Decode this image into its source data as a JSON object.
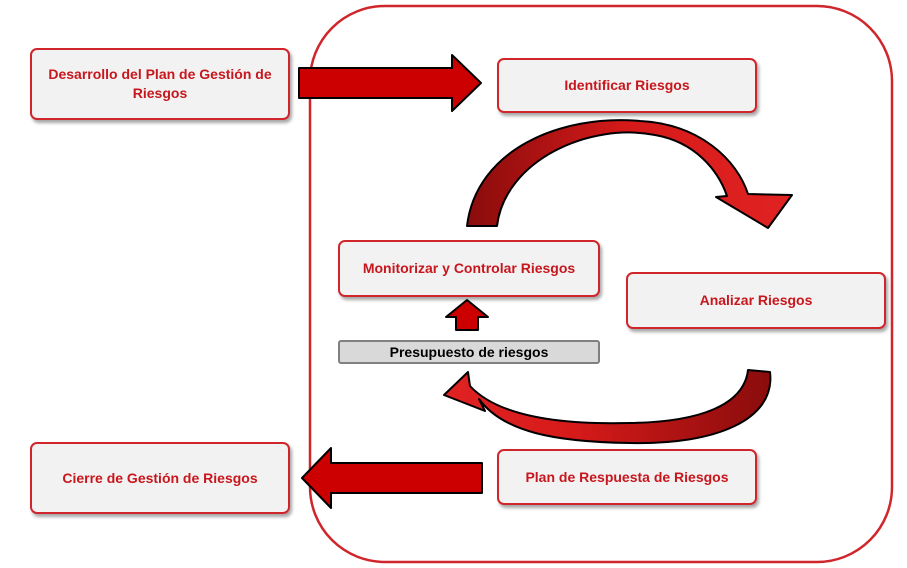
{
  "diagram": {
    "nodes": {
      "desarrollo": "Desarrollo del Plan de Gestión de Riesgos",
      "identificar": "Identificar Riesgos",
      "analizar": "Analizar Riesgos",
      "plan_respuesta": "Plan de Respuesta de Riesgos",
      "monitorizar": "Monitorizar y Controlar Riesgos",
      "presupuesto": "Presupuesto de riesgos",
      "cierre": "Cierre de Gestión de Riesgos"
    },
    "colors": {
      "accent": "#c8161d",
      "arrow_fill": "#cc0000",
      "box_fill": "#f2f2f2",
      "budget_fill": "#d9d9d9"
    }
  }
}
